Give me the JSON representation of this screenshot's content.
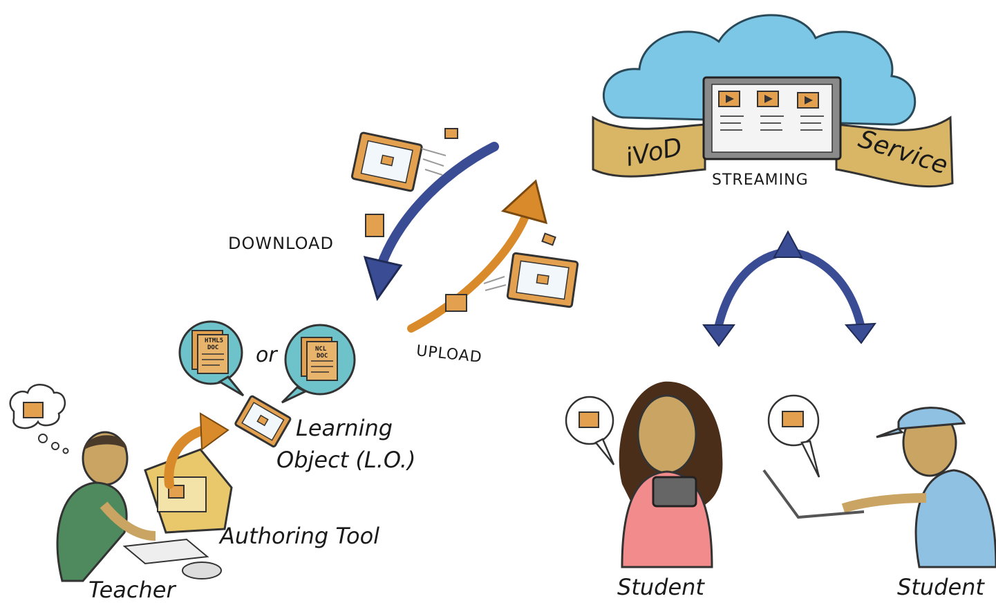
{
  "labels": {
    "download": "DOWNLOAD",
    "upload": "UPLOAD",
    "streaming": "STREAMING",
    "ivod": "iVoD",
    "service": "Service",
    "or": "or",
    "learning_object_line1": "Learning",
    "learning_object_line2": "Object (L.O.)",
    "authoring_tool": "Authoring Tool",
    "teacher": "Teacher",
    "student_left": "Student",
    "student_right": "Student",
    "doc_html5": "HTML5",
    "doc_html5_sub": "DOC",
    "doc_ncl": "NCL",
    "doc_ncl_sub": "DOC"
  },
  "colors": {
    "cloud": "#7cc6e6",
    "banner": "#d9b566",
    "video_frame": "#e3a04e",
    "arrow_down": "#3a4c94",
    "arrow_up": "#d98a2a",
    "bubble": "#6ec2c9",
    "student_left_shirt": "#f28b8b",
    "student_right_shirt": "#8fc1e3",
    "teacher_shirt": "#4f8a5e",
    "skin": "#c9a463"
  }
}
